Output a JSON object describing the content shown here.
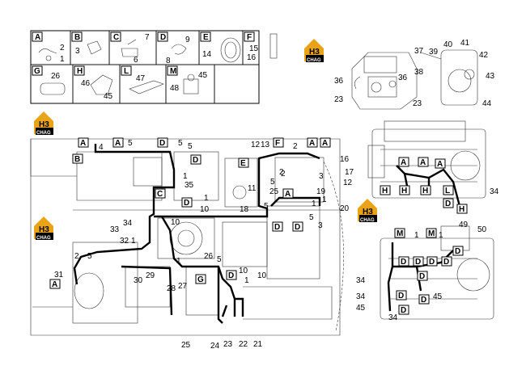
{
  "logo": {
    "text_top": "H3",
    "text_bottom": "CHAG"
  },
  "legend": [
    {
      "letter": "A",
      "parts": [
        "2",
        "1"
      ]
    },
    {
      "letter": "B",
      "parts": [
        "3"
      ]
    },
    {
      "letter": "C",
      "parts": [
        "7",
        "6"
      ]
    },
    {
      "letter": "D",
      "parts": [
        "9",
        "8"
      ]
    },
    {
      "letter": "E",
      "parts": [
        "14"
      ]
    },
    {
      "letter": "F",
      "parts": [
        "15",
        "16"
      ]
    },
    {
      "letter": "G",
      "parts": [
        "26"
      ]
    },
    {
      "letter": "H",
      "parts": [
        "46",
        "45"
      ]
    },
    {
      "letter": "L",
      "parts": [
        "47"
      ]
    },
    {
      "letter": "M",
      "parts": [
        "48",
        "45"
      ]
    }
  ],
  "pump_detail": {
    "parts": [
      "36",
      "36",
      "23",
      "23",
      "37",
      "39",
      "38",
      "40",
      "41",
      "42",
      "43",
      "44"
    ]
  },
  "main_view": {
    "letters": [
      "A",
      "A",
      "B",
      "D",
      "D",
      "C",
      "D",
      "E",
      "F",
      "A",
      "A",
      "A",
      "D",
      "D",
      "D",
      "D",
      "G"
    ],
    "numbers": [
      "4",
      "5",
      "5",
      "5",
      "1",
      "35",
      "1",
      "12",
      "13",
      "2",
      "2",
      "16",
      "17",
      "3",
      "12",
      "19",
      "1",
      "5",
      "25",
      "11",
      "5",
      "18",
      "20",
      "10",
      "34",
      "33",
      "32",
      "1",
      "10",
      "3",
      "5",
      "1",
      "2",
      "5",
      "31",
      "26",
      "5",
      "30",
      "29",
      "28",
      "27",
      "10",
      "10",
      "1",
      "25",
      "24",
      "23",
      "22",
      "21",
      "1",
      "2"
    ]
  },
  "engine_top": {
    "letters": [
      "A",
      "A",
      "A",
      "H",
      "H",
      "H",
      "L",
      "D",
      "H"
    ],
    "numbers": [
      "34"
    ]
  },
  "engine_bottom": {
    "letters": [
      "M",
      "M",
      "D",
      "D",
      "D",
      "D",
      "D",
      "D",
      "D",
      "D",
      "D"
    ],
    "numbers": [
      "1",
      "1",
      "49",
      "50",
      "34",
      "34",
      "45",
      "45",
      "34"
    ]
  }
}
